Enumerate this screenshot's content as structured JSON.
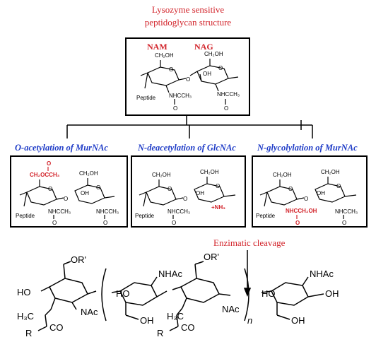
{
  "title": {
    "line1": "Lysozyme sensitive",
    "line2": "peptidoglycan structure"
  },
  "top_box": {
    "label_nam": "NAM",
    "label_nag": "NAG"
  },
  "mods": [
    {
      "heading": "O-acetylation of MurNAc",
      "highlight": "CH₂OCCH₃"
    },
    {
      "heading": "N-deacetylation of GlcNAc",
      "highlight": "+NH₃"
    },
    {
      "heading": "N-glycolylation of MurNAc",
      "highlight": "NHCCH₂OH"
    }
  ],
  "bottom": {
    "cleavage_label": "Enzimatic cleavage",
    "subscript_n": "n",
    "labels": [
      "HO",
      "OR'",
      "NAc",
      "H₃C",
      "CO",
      "R",
      "NAc",
      "OH",
      "NHAc",
      "HO",
      "OH"
    ]
  },
  "colors": {
    "highlight": "#d2232a",
    "heading": "#1f3cc7"
  }
}
